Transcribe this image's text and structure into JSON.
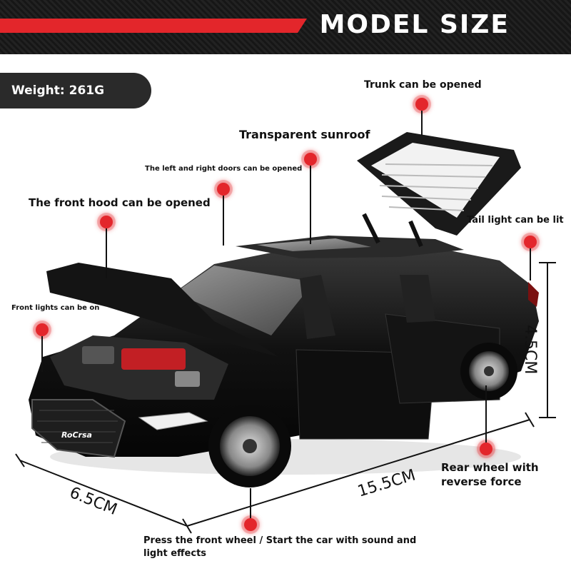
{
  "banner": {
    "title": "MODEL SIZE",
    "accent_color": "#e3262b"
  },
  "weight": "Weight: 261G",
  "features": {
    "trunk": "Trunk can be opened",
    "sunroof": "Transparent sunroof",
    "doors": "The left and right doors can be opened",
    "hood": "The front hood can be opened",
    "tail_light": "Tail light can be lit",
    "front_lights": "Front lights can be on",
    "rear_wheel": "Rear wheel with reverse force",
    "front_wheel": "Press the front wheel / Start the car with sound and light effects"
  },
  "dimensions": {
    "height": "4.5CM",
    "length": "15.5CM",
    "width": "6.5CM"
  },
  "car": {
    "plate": "RoCrsa",
    "color": "#111111"
  }
}
